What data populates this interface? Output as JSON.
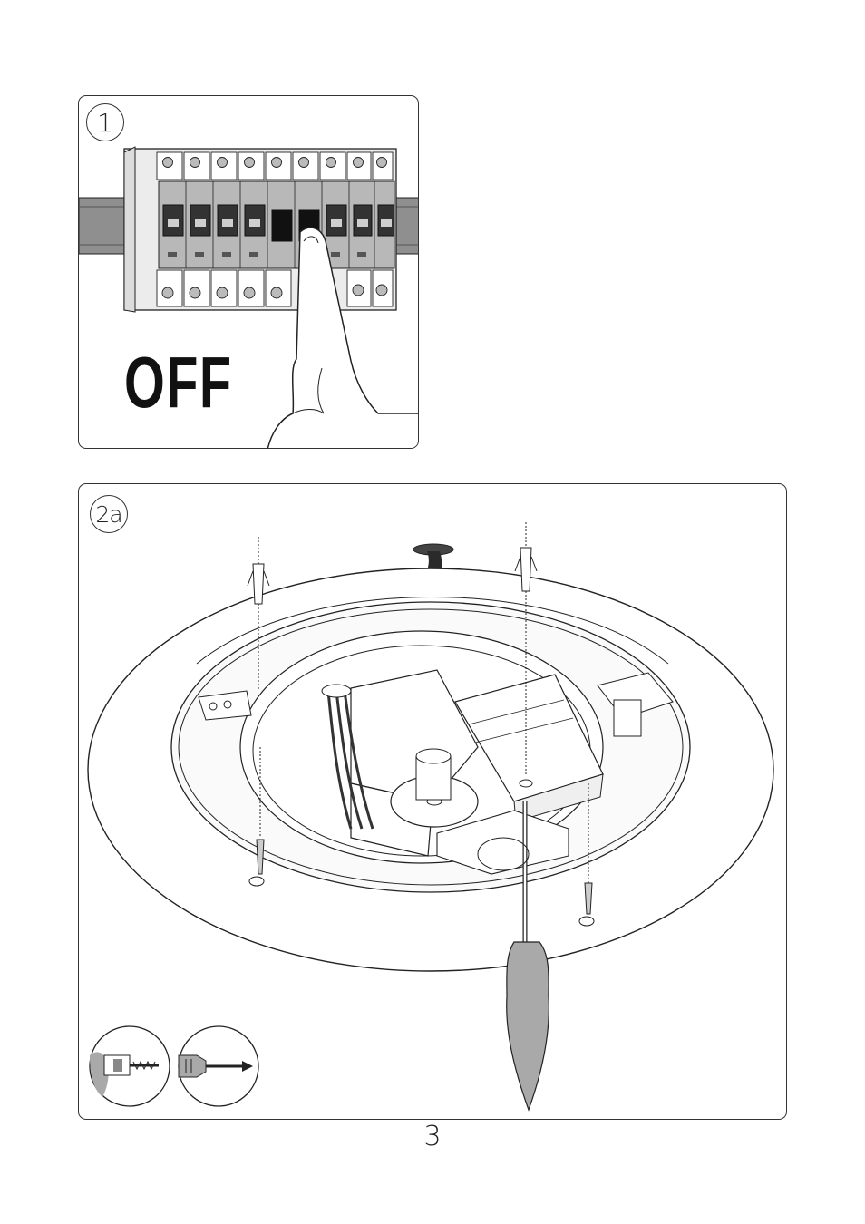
{
  "steps": [
    {
      "number": "1",
      "label": "OFF"
    },
    {
      "number": "2a"
    }
  ],
  "page": {
    "number": "3"
  },
  "icons": [
    "circuit-breaker-hand-icon",
    "drill-icon",
    "screwdriver-icon",
    "ceiling-lamp-icon",
    "wall-plug-icon",
    "screw-icon"
  ],
  "colors": {
    "line": "#222222",
    "gray": "#a9a9a9",
    "dark": "#2a2a2a"
  }
}
